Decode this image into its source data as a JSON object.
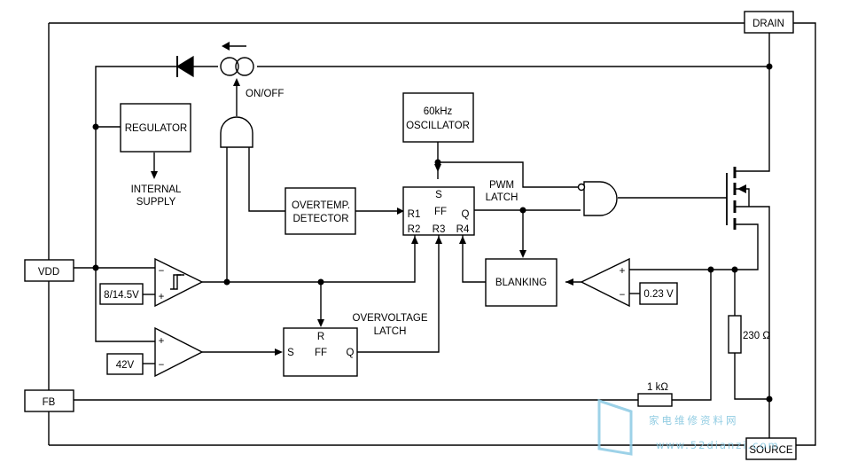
{
  "pins": {
    "drain": "DRAIN",
    "source": "SOURCE",
    "vdd": "VDD",
    "fb": "FB"
  },
  "blocks": {
    "regulator": "REGULATOR",
    "internal_supply": [
      "INTERNAL",
      "SUPPLY"
    ],
    "oscillator": [
      "60kHz",
      "OSCILLATOR"
    ],
    "overtemp_detector": [
      "OVERTEMP.",
      "DETECTOR"
    ],
    "blanking": "BLANKING",
    "pwm_latch": [
      "PWM",
      "LATCH"
    ],
    "overvoltage_latch": [
      "OVERVOLTAGE",
      "LATCH"
    ]
  },
  "pwm_ff": {
    "s": "S",
    "ff": "FF",
    "q": "Q",
    "r1": "R1",
    "r2": "R2",
    "r3": "R3",
    "r4": "R4"
  },
  "ov_ff": {
    "r": "R",
    "ff": "FF",
    "s": "S",
    "q": "Q"
  },
  "source_switch_label": "ON/OFF",
  "references": {
    "uvlo": "8/14.5V",
    "ovp": "42V",
    "current_sense": "0.23 V"
  },
  "resistors": {
    "sense": "230 Ω",
    "fb": "1 kΩ"
  },
  "comparator_signs": {
    "plus": "+",
    "minus": "−"
  },
  "watermark": {
    "text": "家电维修资料网",
    "url": "www.52dianzi.com"
  }
}
